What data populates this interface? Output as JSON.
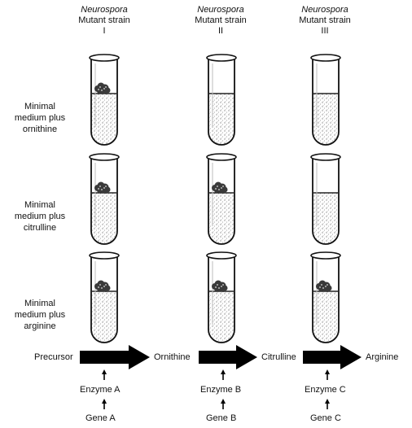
{
  "strains": [
    {
      "species": "Neurospora",
      "line": "Mutant strain",
      "numeral": "I"
    },
    {
      "species": "Neurospora",
      "line": "Mutant strain",
      "numeral": "II"
    },
    {
      "species": "Neurospora",
      "line": "Mutant strain",
      "numeral": "III"
    }
  ],
  "media": [
    {
      "lines": [
        "Minimal",
        "medium plus",
        "ornithine"
      ],
      "growth": [
        true,
        false,
        false
      ]
    },
    {
      "lines": [
        "Minimal",
        "medium plus",
        "citrulline"
      ],
      "growth": [
        true,
        true,
        false
      ]
    },
    {
      "lines": [
        "Minimal",
        "medium plus",
        "arginine"
      ],
      "growth": [
        true,
        true,
        true
      ]
    }
  ],
  "pathway": {
    "compounds": [
      "Precursor",
      "Ornithine",
      "Citrulline",
      "Arginine"
    ],
    "enzymes": [
      "Enzyme A",
      "Enzyme B",
      "Enzyme C"
    ],
    "genes": [
      "Gene A",
      "Gene B",
      "Gene C"
    ]
  }
}
